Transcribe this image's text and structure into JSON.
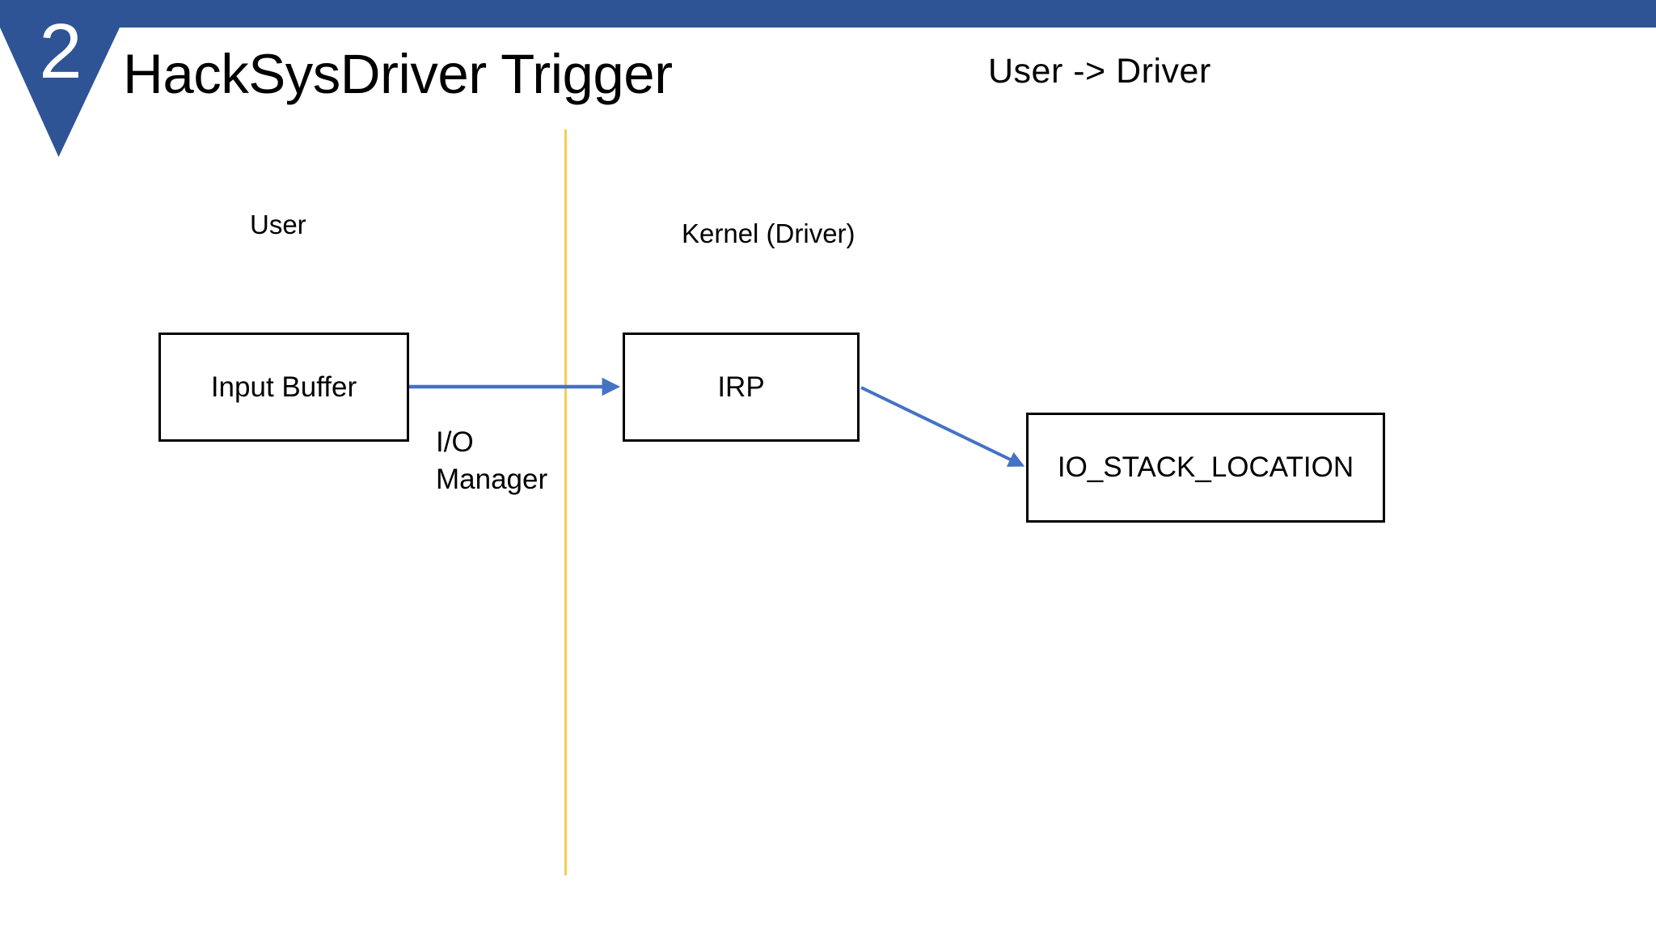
{
  "slide": {
    "number": "2",
    "title": "HackSysDriver Trigger",
    "subtitle": "User -> Driver"
  },
  "colors": {
    "accent_blue": "#2E5496",
    "divider_yellow": "#F2CF52",
    "arrow_blue": "#4472C4",
    "box_border": "#000000",
    "text": "#000000",
    "badge_text": "#FFFFFF"
  },
  "zones": [
    {
      "id": "user",
      "label": "User"
    },
    {
      "id": "kernel",
      "label": "Kernel (Driver)"
    }
  ],
  "diagram": {
    "nodes": [
      {
        "id": "input-buffer",
        "label": "Input Buffer"
      },
      {
        "id": "irp",
        "label": "IRP"
      },
      {
        "id": "io-stack-location",
        "label": "IO_STACK_LOCATION"
      }
    ],
    "edges": [
      {
        "id": "input-buffer-to-irp",
        "label": "I/O\nManager",
        "from": "input-buffer",
        "to": "irp"
      },
      {
        "id": "irp-to-io-stack-location",
        "label": "",
        "from": "irp",
        "to": "io-stack-location"
      }
    ]
  }
}
